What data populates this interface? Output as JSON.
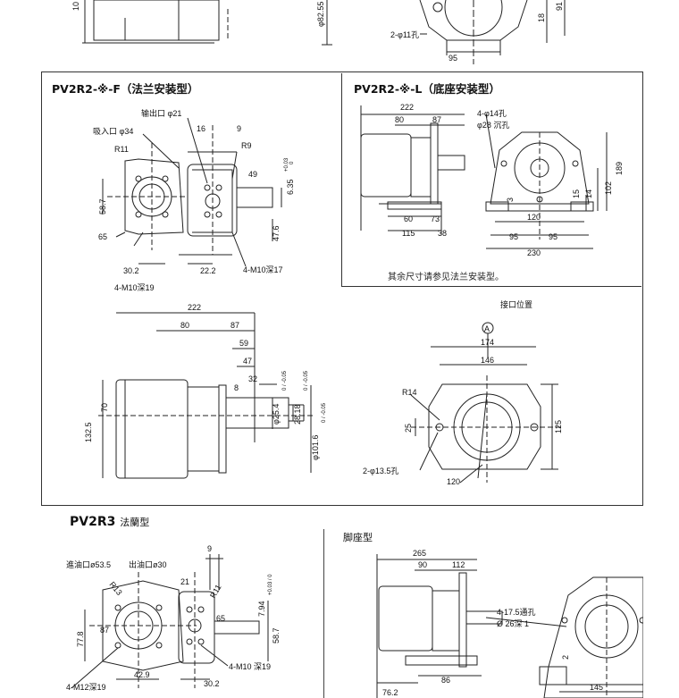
{
  "sheet": {
    "background": "#ffffff",
    "line_color": "#222222",
    "panel_border_color": "#333333"
  },
  "top_fragment": {
    "labels": [
      "10",
      "φ82.55",
      "2-φ11孔",
      "95",
      "18",
      "91"
    ]
  },
  "pv2r2_f": {
    "title": "PV2R2-※-F（法兰安装型）",
    "front_view": {
      "labels": {
        "outlet": "输出口 φ21",
        "inlet": "吸入口 φ34",
        "r11": "R11",
        "d16": "16",
        "d9": "9",
        "r9": "R9",
        "d49": "49",
        "d58_7": "58.7",
        "d65": "65",
        "d30_2": "30.2",
        "d22_2": "22.2",
        "d47_6": "47.6",
        "key": "6.35",
        "key_tol_up": "+0.03",
        "key_tol_low": "0",
        "m10_1": "4-M10深19",
        "m10_2": "4-M10深17"
      }
    },
    "side_view": {
      "labels": {
        "d222": "222",
        "d80": "80",
        "d87": "87",
        "d59": "59",
        "d47": "47",
        "d32": "32",
        "d8": "8",
        "d132_5": "132.5",
        "d70": "70",
        "shaft": "φ25.4",
        "shaft_tol": "0 / -0.05",
        "d28_18": "28.18",
        "d28_tol": "0 / -0.05",
        "pilot": "φ101.6",
        "pilot_tol": "0 / -0.05"
      }
    },
    "flange_view": {
      "labels": {
        "port_pos": "接口位置",
        "marker": "A",
        "d174": "174",
        "d146": "146",
        "r14": "R14",
        "d25": "25",
        "d125": "125",
        "holes": "2-φ13.5孔",
        "d120": "120"
      }
    }
  },
  "pv2r2_l": {
    "title": "PV2R2-※-L（底座安装型）",
    "note": "其余尺寸请参见法兰安装型。",
    "labels": {
      "d222": "222",
      "d80": "80",
      "d87": "87",
      "d60": "60",
      "d73": "73",
      "d115": "115",
      "d38": "38",
      "holes": "4-φ14孔",
      "counterbore": "φ28 沉孔",
      "d189": "189",
      "d102": "102",
      "d14": "14",
      "d15": "15",
      "d3": "3",
      "d120": "120",
      "d95a": "95",
      "d95b": "95",
      "d230": "230"
    }
  },
  "pv2r3_flange": {
    "title_code": "PV2R3",
    "title_suffix": "法蘭型",
    "labels": {
      "inlet": "進油口ø53.5",
      "outlet": "出油口ø30",
      "r13": "R13",
      "r11": "R11",
      "d9": "9",
      "d21": "21",
      "d65": "65",
      "d77_8": "77.8",
      "d87": "87",
      "d58_7": "58.7",
      "key": "7.94",
      "key_tol": "+0.03 / 0",
      "m10": "4-M10 深19",
      "m12": "4-M12深19",
      "d42_9": "42.9",
      "d30_2": "30.2"
    }
  },
  "pv2r3_foot": {
    "title": "脚座型",
    "labels": {
      "d265": "265",
      "d90": "90",
      "d112": "112",
      "holes": "4-17.5通孔",
      "counterbore": "Ø 26深 1",
      "d76_2": "76.2",
      "d86": "86",
      "d145": "145",
      "d2": "2"
    }
  }
}
